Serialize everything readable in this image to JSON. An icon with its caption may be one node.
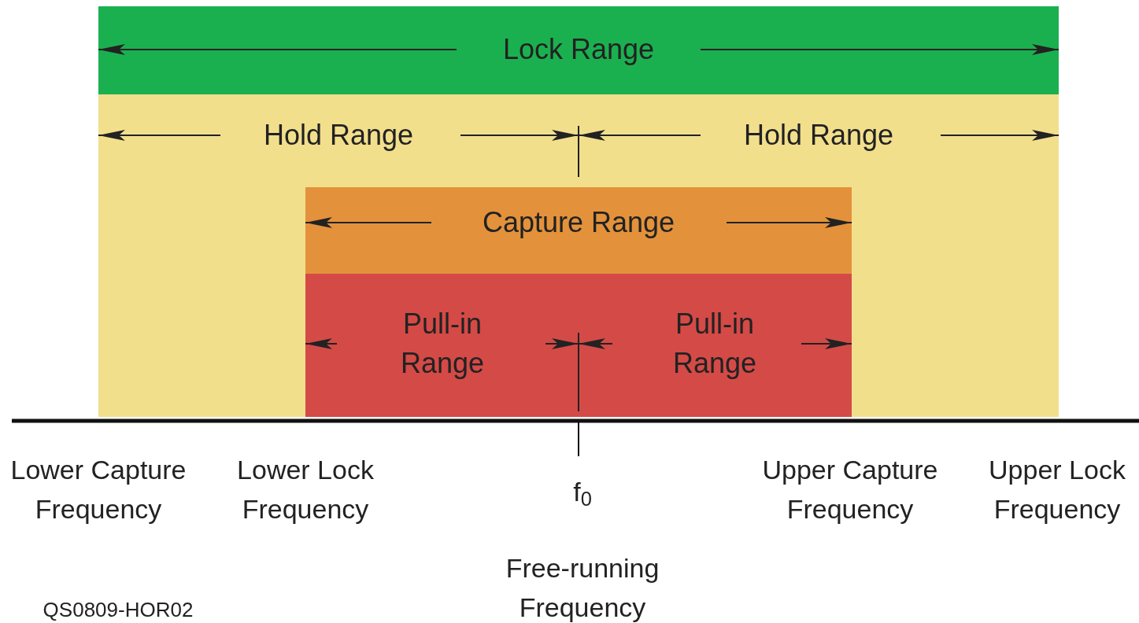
{
  "diagram": {
    "nodes": [
      {
        "text": [
          "Lock Range"
        ]
      },
      {
        "text": [
          "Hold Range",
          "Hold Range"
        ]
      },
      {
        "text": [
          "Capture Range"
        ],
        "in": 1
      },
      {
        "text": [
          "Pull-in Range",
          "Pull-in Range"
        ],
        "in": 1
      }
    ],
    "labels": [
      "Lower Capture Frequency",
      "Lower Lock Frequency",
      "f$_{0}$",
      "Upper Capture Frequency",
      "Upper Lock Frequency",
      "Free-running Frequency",
      "QS0809-HOR02"
    ]
  }
}
